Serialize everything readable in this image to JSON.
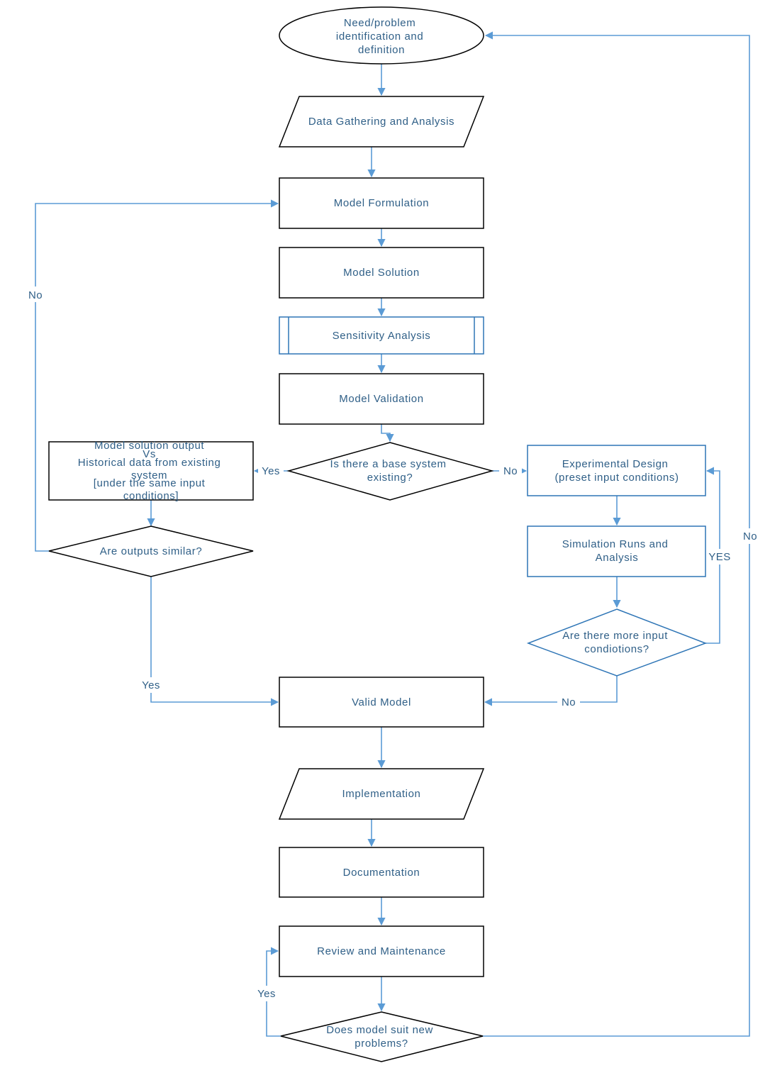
{
  "nodes": {
    "need": [
      "Need/problem",
      "identification and",
      "definition"
    ],
    "data_gathering": [
      "Data Gathering and Analysis"
    ],
    "model_formulation": [
      "Model Formulation"
    ],
    "model_solution": [
      "Model Solution"
    ],
    "sensitivity": [
      "Sensitivity Analysis"
    ],
    "model_validation": [
      "Model Validation"
    ],
    "base_system": [
      "Is there a base system",
      "existing?"
    ],
    "comparison": [
      "Model solution output",
      "Vs",
      "Historical data from existing",
      "system",
      "[under the same input",
      "conditions]"
    ],
    "outputs_similar": [
      "Are outputs similar?"
    ],
    "experimental_design": [
      "Experimental Design",
      "(preset input conditions)"
    ],
    "simulation_runs": [
      "Simulation Runs and",
      "Analysis"
    ],
    "more_conditions": [
      "Are there more input",
      "condiotions?"
    ],
    "valid_model": [
      "Valid Model"
    ],
    "implementation": [
      "Implementation"
    ],
    "documentation": [
      "Documentation"
    ],
    "review": [
      "Review and Maintenance"
    ],
    "suit_new": [
      "Does model suit new",
      "problems?"
    ]
  },
  "edge_labels": {
    "outputs_no": "No",
    "base_yes": "Yes",
    "base_no": "No",
    "more_yes": "YES",
    "outputs_yes": "Yes",
    "more_no": "No",
    "suit_yes": "Yes",
    "suit_no": "No"
  },
  "colors": {
    "connector": "#5b9bd5",
    "text": "#2f5f87",
    "border": "#000000",
    "accent_border": "#2e75b6"
  }
}
